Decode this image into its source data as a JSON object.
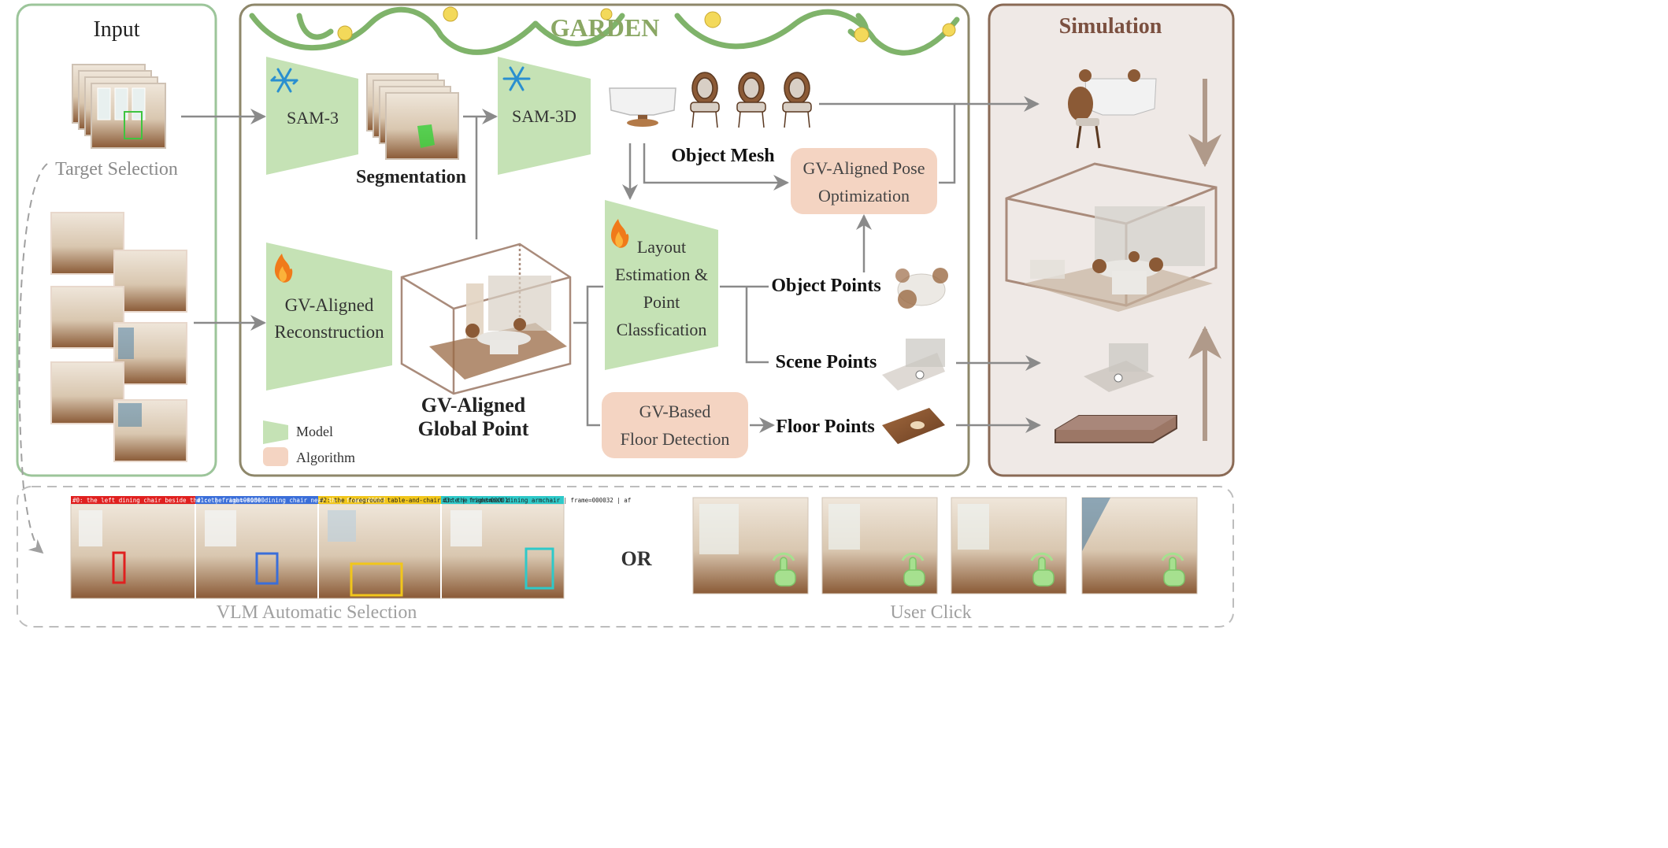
{
  "input": {
    "title": "Input",
    "target_selection": "Target Selection"
  },
  "garden": {
    "title": "GARDEN",
    "sam3": "SAM-3",
    "segmentation": "Segmentation",
    "sam3d": "SAM-3D",
    "object_mesh": "Object Mesh",
    "pose_opt": [
      "GV-Aligned Pose",
      "Optimization"
    ],
    "gv_recon": [
      "GV-Aligned",
      "Reconstruction"
    ],
    "global_point": [
      "GV-Aligned",
      "Global Point"
    ],
    "layout": [
      "Layout",
      "Estimation &",
      "Point",
      "Classfication"
    ],
    "object_points": "Object  Points",
    "scene_points": "Scene  Points",
    "floor_points": "Floor Points",
    "floor_detect": [
      "GV-Based",
      "Floor Detection"
    ],
    "legend": {
      "model": "Model",
      "algorithm": "Algorithm"
    }
  },
  "simulation": {
    "title": "Simulation"
  },
  "selection": {
    "vlm_label": "VLM Automatic Selection",
    "or_label": "OR",
    "user_click": "User Click",
    "vlm_tags": [
      "#0: the left dining chair beside the ce | frame=000000",
      "#1: the right-side dining chair near th | frame=00002",
      "#2: the foreground table-and-chair inte | frame=00001",
      "#3: the rightmost dining armchair | frame=000032 | af"
    ]
  },
  "colors": {
    "input_border": "#9cc59a",
    "garden_border": "#8e876a",
    "sim_border": "#8a6a55",
    "sim_fill": "#efe9e6",
    "model_fill": "#c5e2b5",
    "algo_fill": "#f4d4c2",
    "arrow": "#8a8a8a",
    "garden_title": "#8aa764",
    "sim_title": "#7b5040",
    "tag_red": "#e0201f",
    "tag_blue": "#3a6ed9",
    "tag_yellow": "#f1c61b",
    "tag_cyan": "#2ec9c9"
  }
}
